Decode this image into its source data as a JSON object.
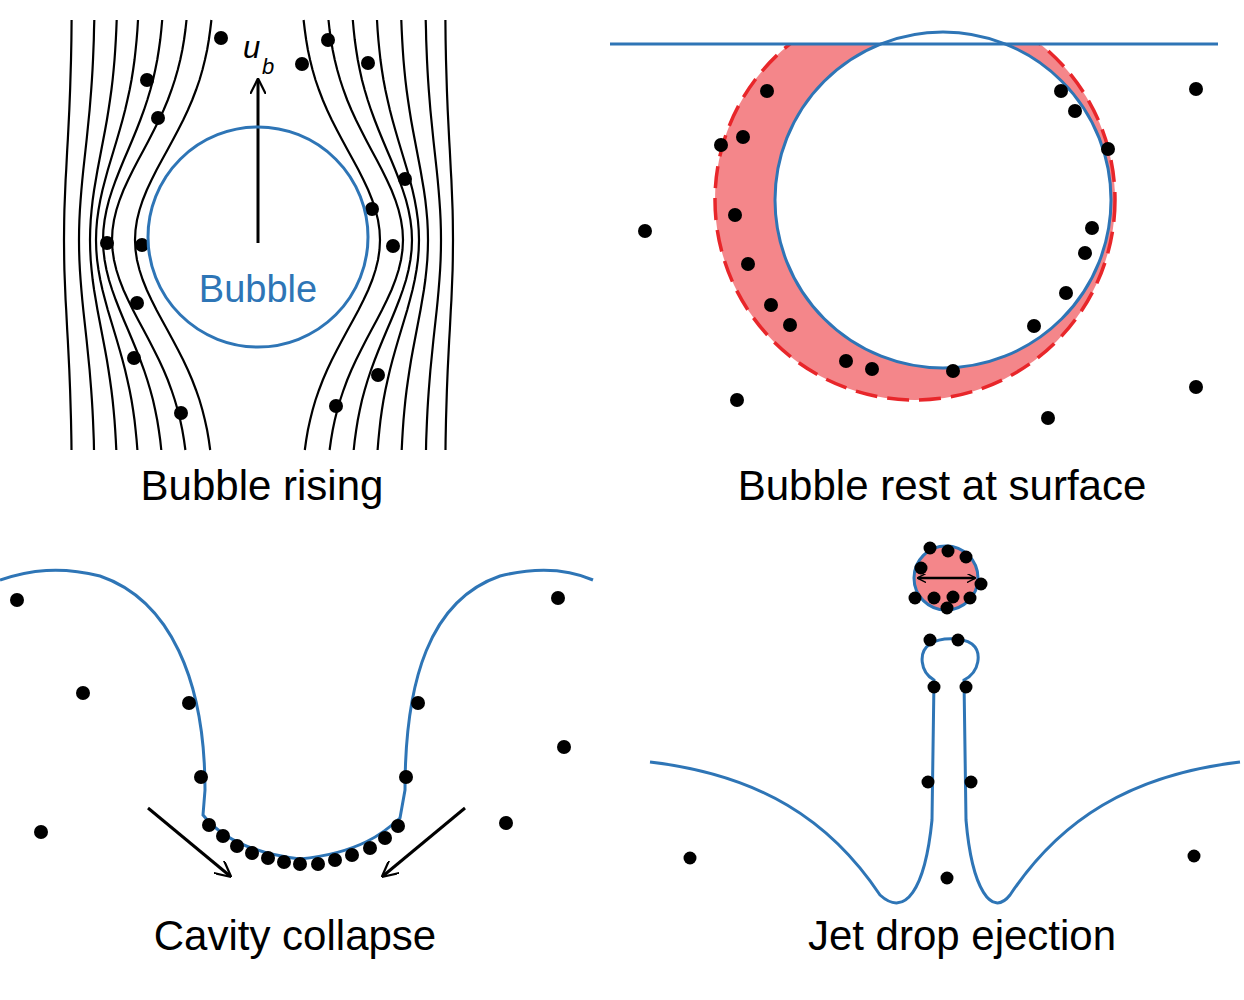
{
  "diagram": {
    "nodes": [
      {
        "text": [
          "Bubble"
        ]
      }
    ],
    "labels": [
      "u",
      "b",
      "Bubble rising",
      "Bubble rest at surface",
      "Cavity collapse",
      "Jet drop ejection"
    ]
  }
}
